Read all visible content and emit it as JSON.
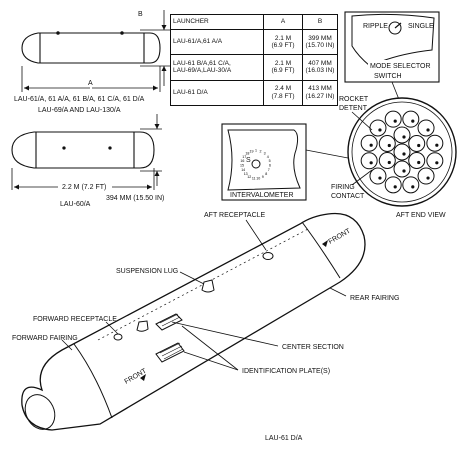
{
  "table": {
    "headers": [
      "LAUNCHER",
      "A",
      "B"
    ],
    "rows": [
      {
        "launcher": "LAU-61/A,61 A/A",
        "a1": "2.1 M",
        "a2": "(6.9 FT)",
        "b1": "399 MM",
        "b2": "(15.70 IN)"
      },
      {
        "launcher": "LAU-61 B/A,61 C/A,",
        "launcher2": "LAU-69/A,LAU-30/A",
        "a1": "2.1 M",
        "a2": "(6.9 FT)",
        "b1": "407 MM",
        "b2": "(16.03 IN)"
      },
      {
        "launcher": "LAU-61 D/A",
        "a1": "2.4 M",
        "a2": "(7.8 FT)",
        "b1": "413 MM",
        "b2": "(16.27 IN)"
      }
    ]
  },
  "top_pod": {
    "dim_a": "A",
    "dim_b": "B",
    "caption1": "LAU-61/A, 61 A/A, 61 B/A, 61 C/A, 61 D/A",
    "caption2": "LAU-69/A AND LAU-130/A"
  },
  "mid_pod": {
    "height_dim": "394 MM (15.50 IN)",
    "length_dim": "2.2 M (7.2 FT)",
    "caption": "LAU-60/A"
  },
  "mode_selector": {
    "ripple": "RIPPLE",
    "single": "SINGLE",
    "caption1": "MODE SELECTOR",
    "caption2": "SWITCH"
  },
  "aft_end": {
    "rocket_detent1": "ROCKET",
    "rocket_detent2": "DETENT",
    "firing_contact1": "FIRING",
    "firing_contact2": "CONTACT",
    "caption": "AFT END VIEW"
  },
  "intervalometer": {
    "caption": "INTERVALOMETER",
    "dial_numbers": [
      "1",
      "2",
      "3",
      "4",
      "5",
      "6",
      "7",
      "8",
      "9",
      "10",
      "11",
      "12",
      "13",
      "14",
      "15",
      "16",
      "17",
      "18",
      "19"
    ],
    "mark": "S"
  },
  "main_pod": {
    "aft_receptacle": "AFT RECEPTACLE",
    "suspension_lug": "SUSPENSION LUG",
    "forward_receptacle": "FORWARD RECEPTACLE",
    "forward_fairing": "FORWARD FAIRING",
    "rear_fairing": "REAR FAIRING",
    "center_section": "CENTER SECTION",
    "identification_plates": "IDENTIFICATION PLATE(S)",
    "front_mark": "FRONT",
    "caption": "LAU-61 D/A"
  }
}
